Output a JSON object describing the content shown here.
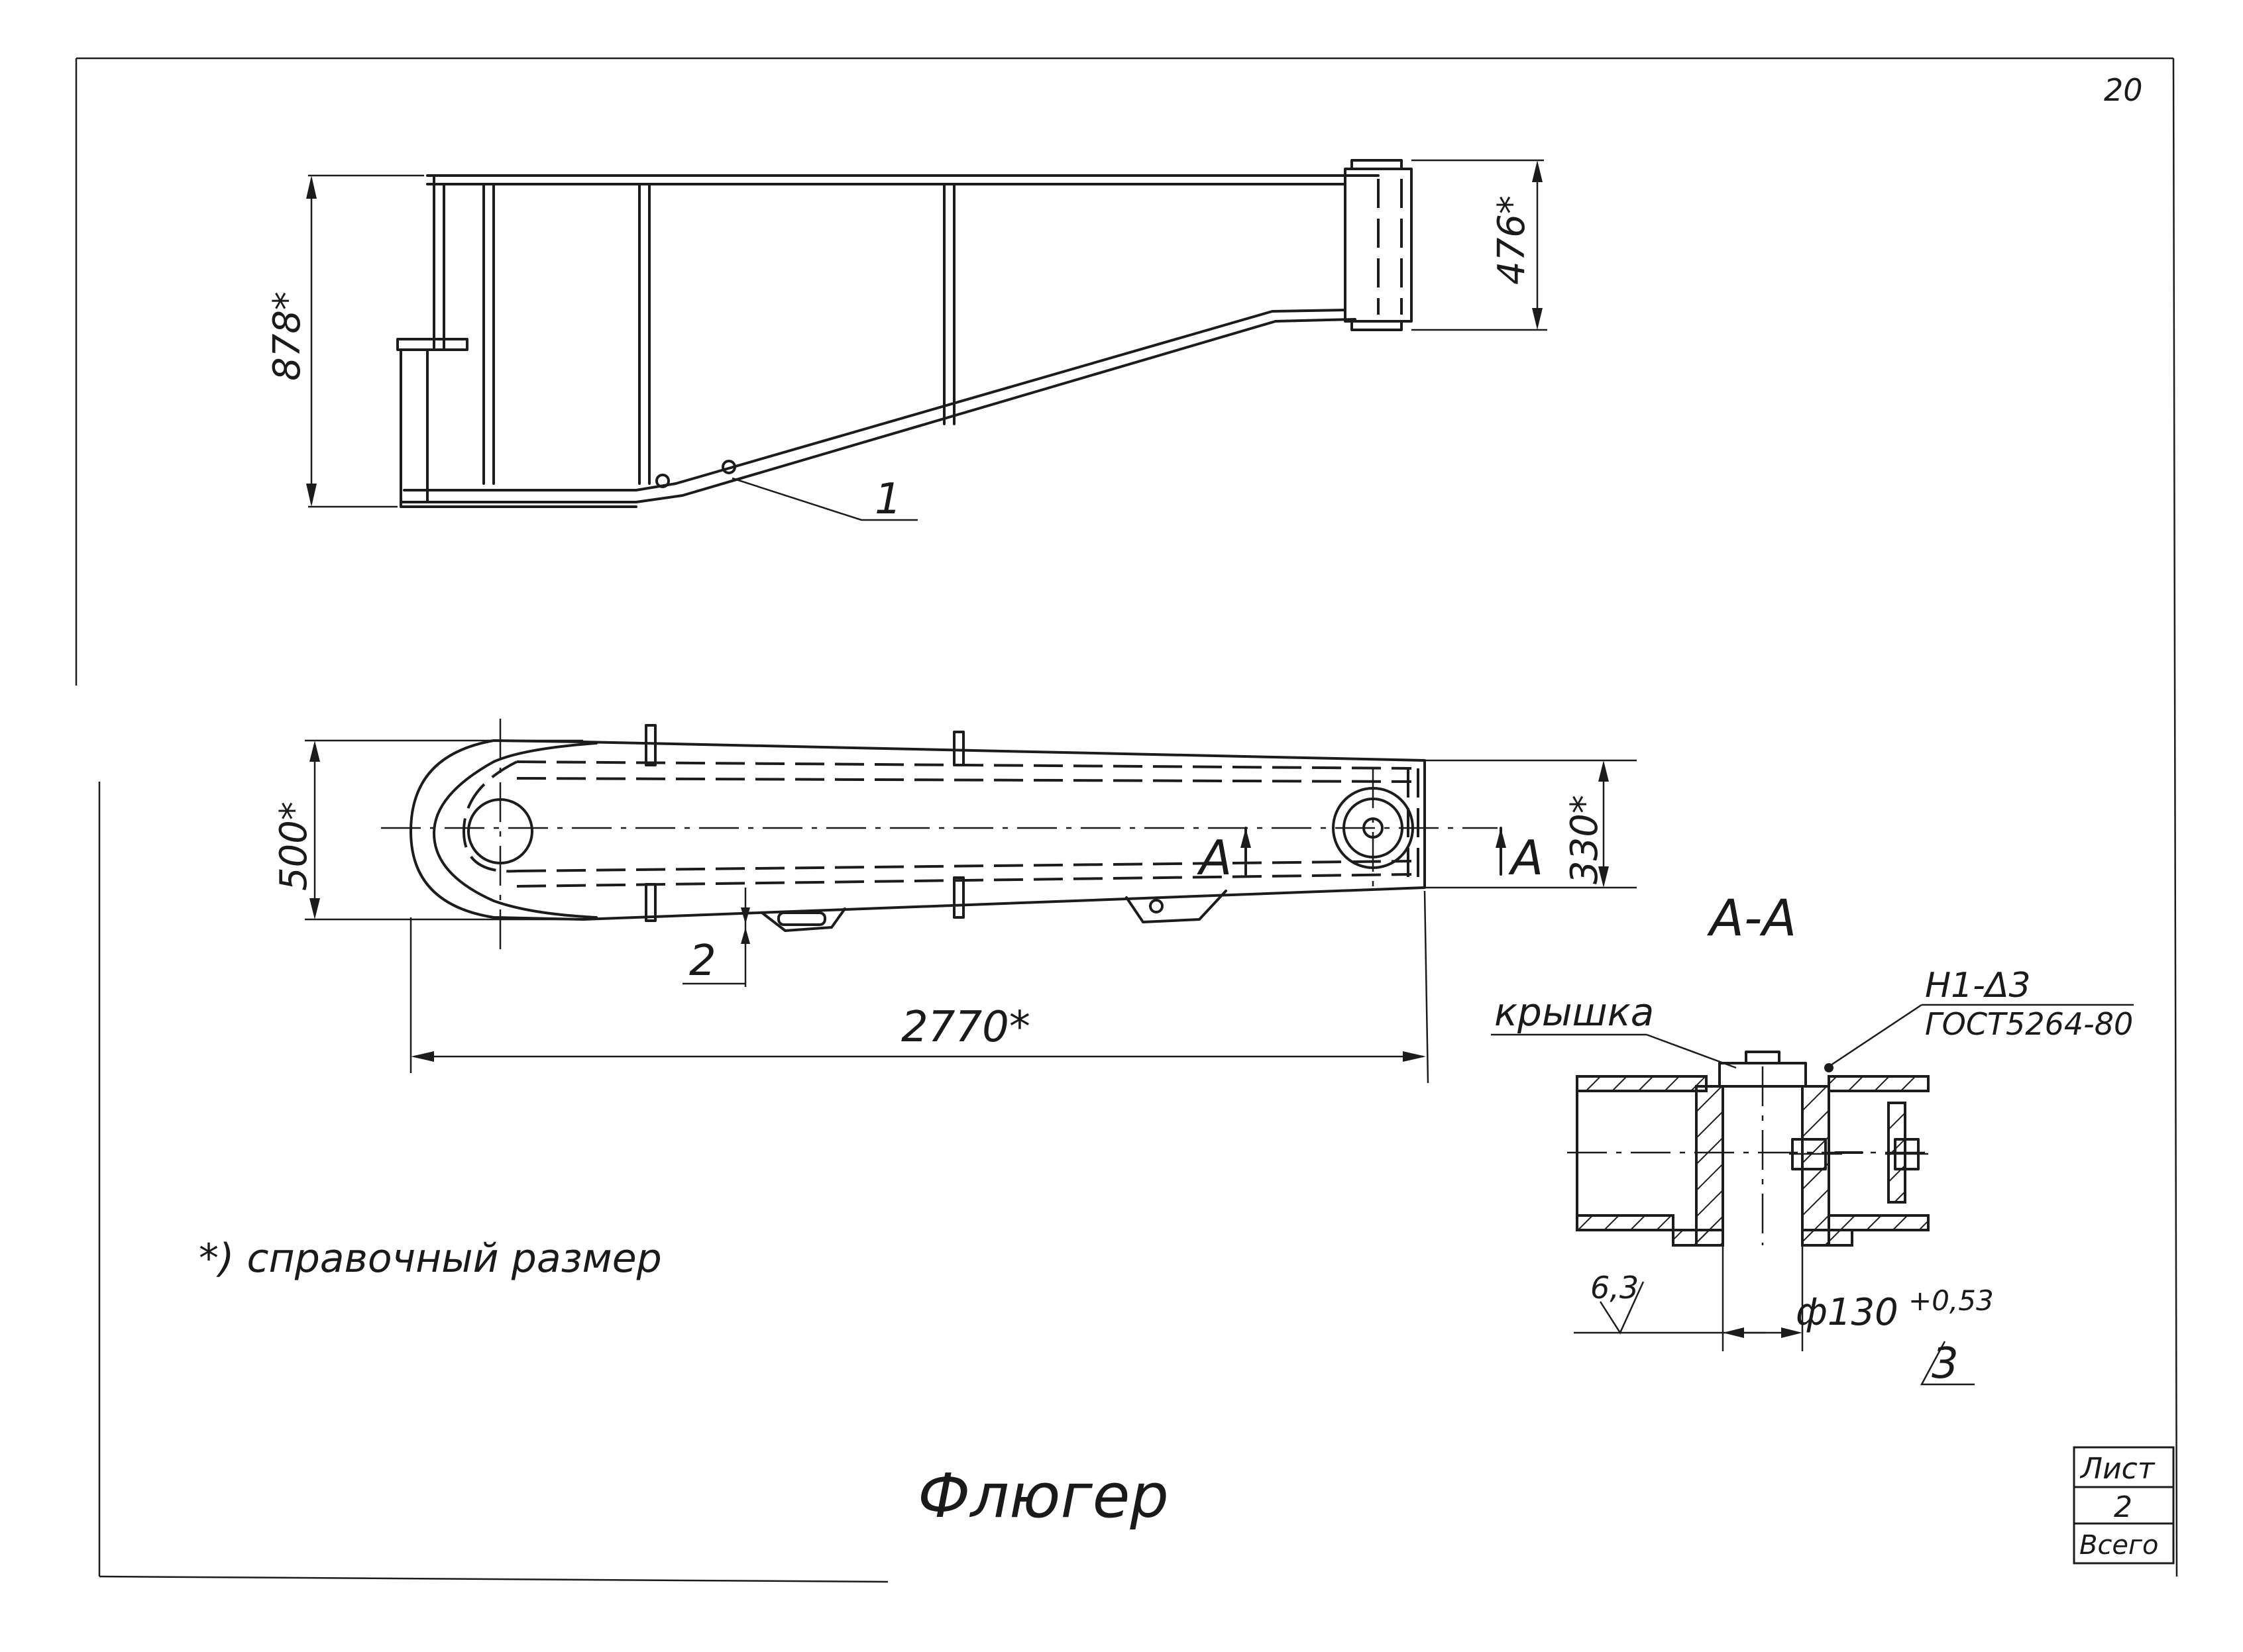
{
  "sheet": {
    "page_number": "20",
    "title": "Флюгер",
    "note": "*) справочный размер"
  },
  "side_view": {
    "dim_height": "878*",
    "dim_end_height": "476*",
    "callout": "1"
  },
  "plan_view": {
    "dim_width": "500*",
    "dim_end_width": "330*",
    "dim_length": "2770*",
    "callout": "2",
    "section_mark_left": "A",
    "section_mark_right": "A"
  },
  "section": {
    "title": "А-А",
    "cover_label": "крышка",
    "weld_code": "Н1-Δ3",
    "weld_standard": "ГОСТ5264-80",
    "roughness": "6,3",
    "diameter": "ф130",
    "tolerance": "+0,53",
    "callout": "3"
  },
  "title_block": {
    "sheet_label": "Лист",
    "sheet_number": "2",
    "total_label": "Всего"
  }
}
